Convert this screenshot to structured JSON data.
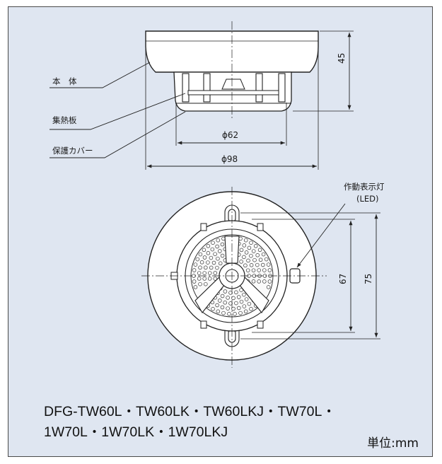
{
  "diagram": {
    "side_labels": {
      "body": "本　体",
      "heat_plate": "集熱板",
      "cover": "保護カバー"
    },
    "dimensions": {
      "height": "45",
      "inner_diameter": "ϕ62",
      "outer_diameter": "ϕ98",
      "inner_span": "67",
      "outer_span": "75"
    },
    "indicator": {
      "line1": "作動表示灯",
      "line2": "(LED)"
    },
    "models": {
      "line1": "DFG-TW60L・TW60LK・TW60LKJ・TW70L・",
      "line2": "1W70L・1W70LK・1W70LKJ"
    },
    "unit": "単位:mm"
  }
}
